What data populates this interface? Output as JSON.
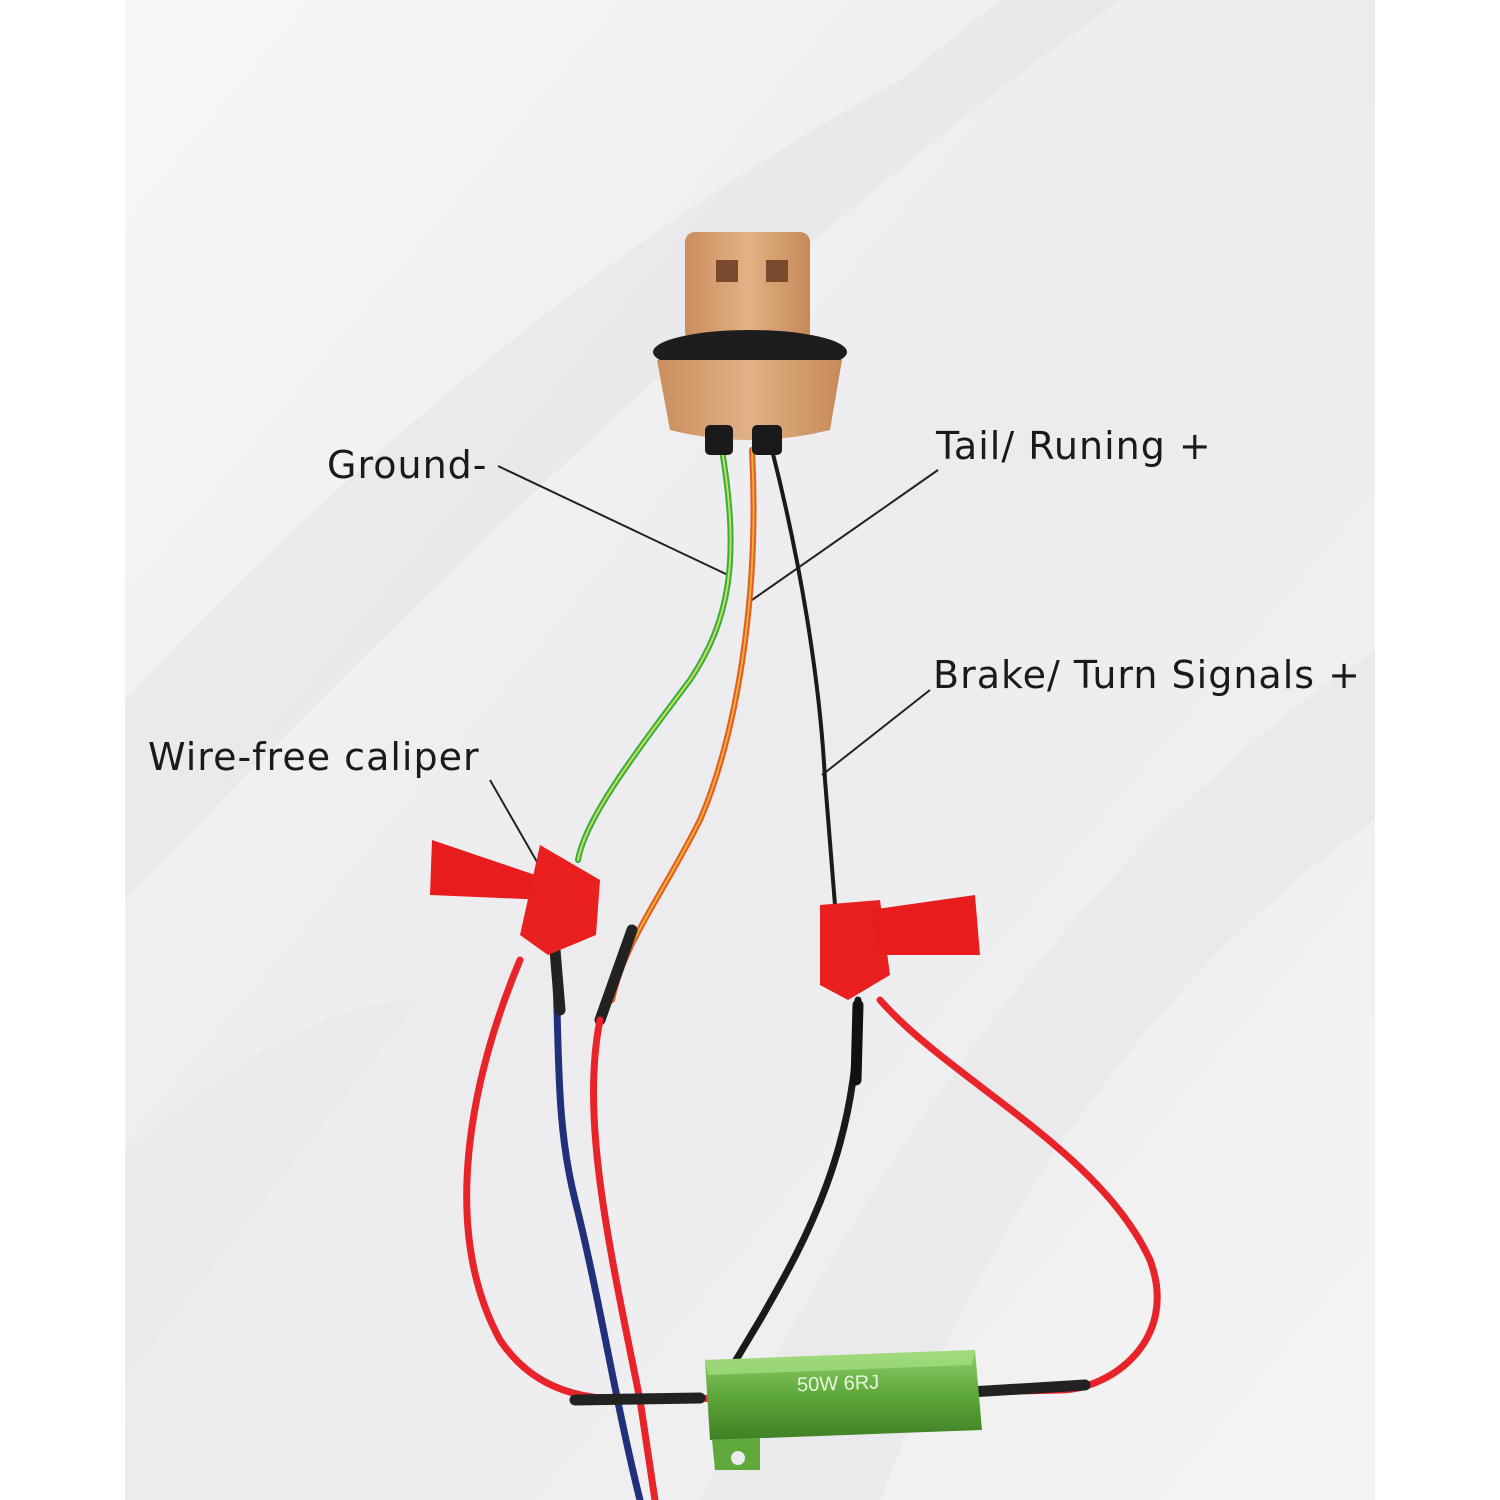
{
  "labels": {
    "ground": "Ground-",
    "tail": "Tail/ Runing +",
    "brake": "Brake/ Turn Signals +",
    "caliper": "Wire-free caliper"
  },
  "resistor": {
    "marking": "50W 6RJ",
    "color": "#5fa83a"
  },
  "colors": {
    "background": "#eeeeef",
    "socket": "#d9a574",
    "connector": "#e81c1c",
    "wire_red": "#e8242a",
    "wire_black": "#1a1a1a",
    "wire_blue": "#22307a",
    "wire_green": "#2fb04a"
  }
}
